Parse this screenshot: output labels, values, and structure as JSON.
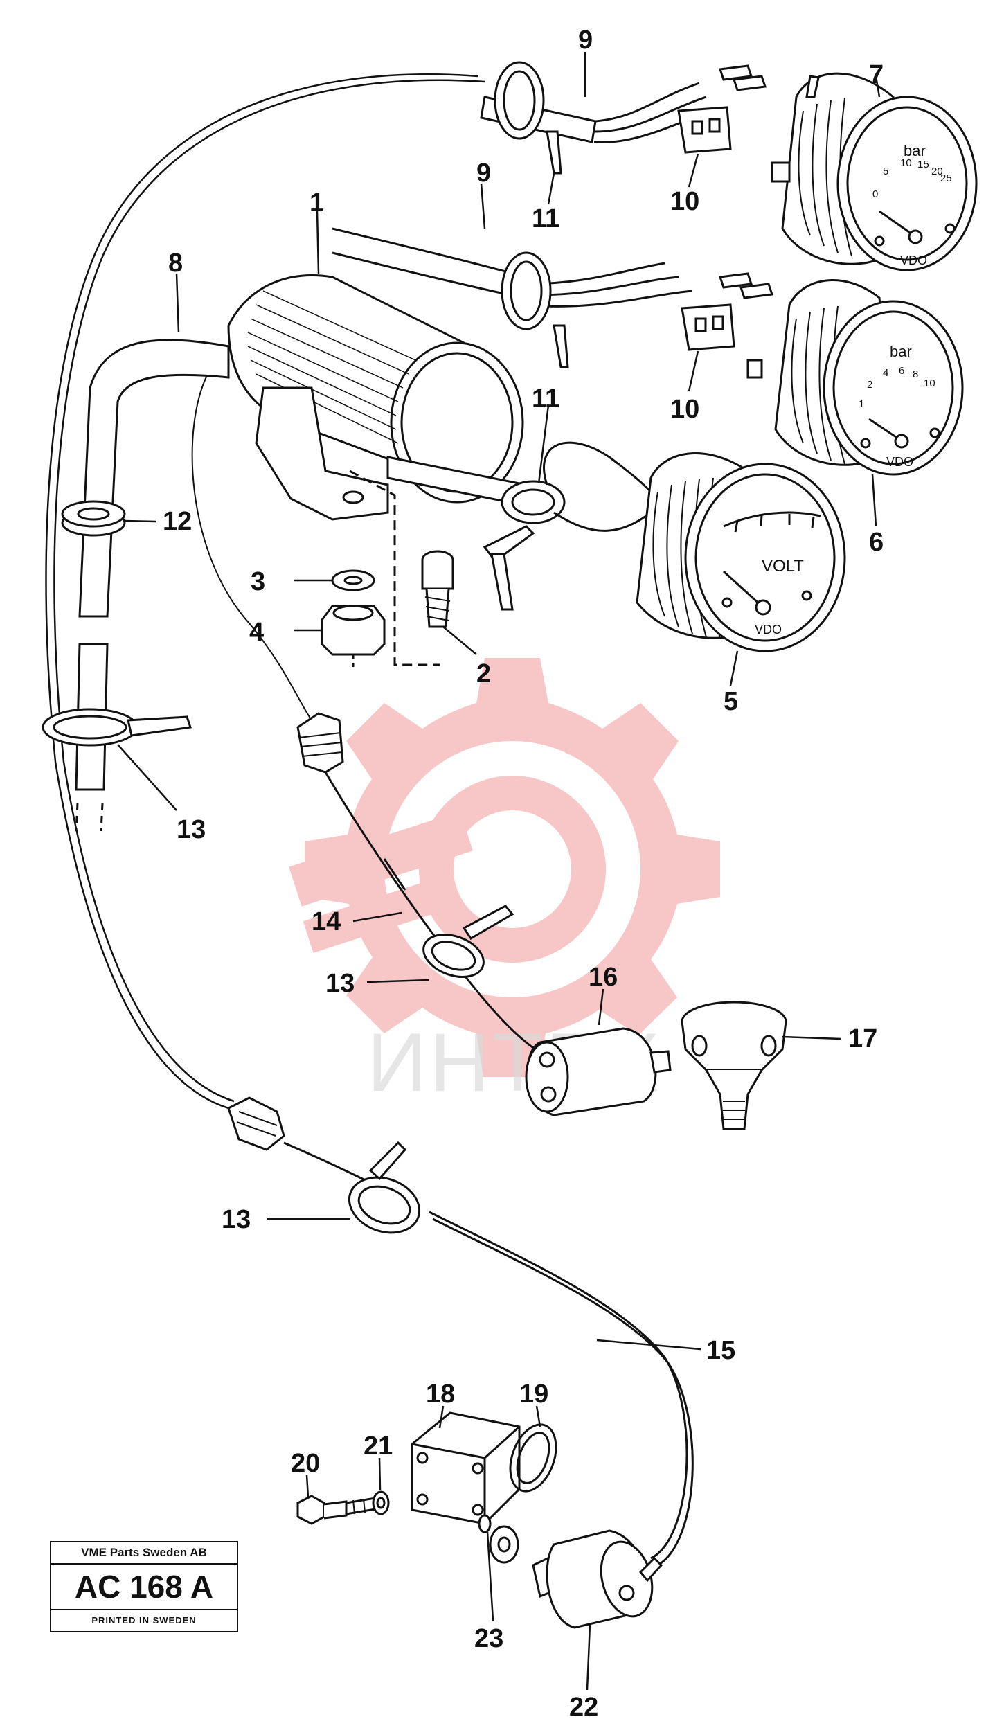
{
  "callouts": [
    "1",
    "2",
    "3",
    "4",
    "5",
    "6",
    "7",
    "8",
    "9",
    "9",
    "10",
    "10",
    "11",
    "11",
    "12",
    "13",
    "13",
    "13",
    "14",
    "15",
    "16",
    "17",
    "18",
    "19",
    "20",
    "21",
    "22",
    "23"
  ],
  "gauges": {
    "oil_pressure_high": {
      "unit": "bar",
      "scale": [
        "0",
        "5",
        "10",
        "15",
        "20",
        "25"
      ],
      "brand": "VDO"
    },
    "oil_pressure_low": {
      "unit": "bar",
      "scale": [
        "1",
        "2",
        "4",
        "6",
        "8",
        "10"
      ],
      "brand": "VDO"
    },
    "voltmeter": {
      "label": "VOLT",
      "brand": "VDO"
    }
  },
  "watermark": {
    "text": "ИНТЕХ",
    "color": "#e85a5a"
  },
  "stamp": {
    "company": "VME Parts Sweden AB",
    "code": "AC 168 A",
    "printed": "PRINTED IN SWEDEN"
  }
}
